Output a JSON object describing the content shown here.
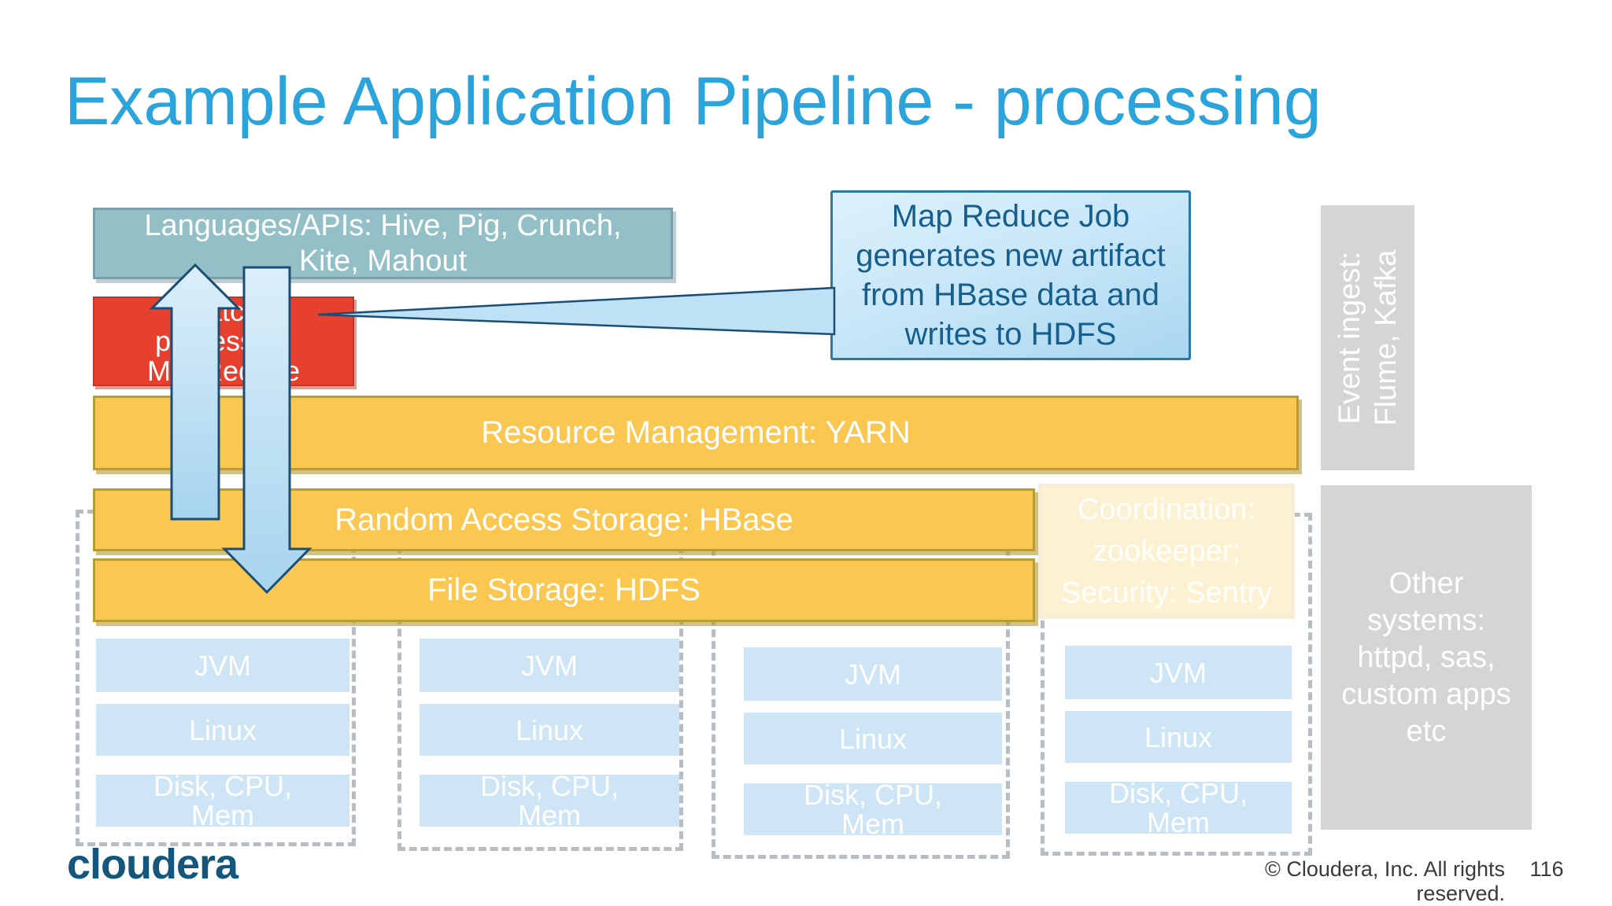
{
  "title": "Example Application Pipeline - processing",
  "languages": {
    "lines": [
      "Languages/APIs: Hive, Pig, Crunch,",
      "Kite, Mahout"
    ]
  },
  "batch": {
    "lines": [
      "Batch",
      "processing",
      "MapReduce"
    ]
  },
  "callout": {
    "lines": [
      "Map Reduce Job",
      "generates new artifact",
      "from HBase data and",
      "writes to HDFS"
    ]
  },
  "event_ingest": {
    "lines": [
      "Event ingest:",
      "Flume, Kafka"
    ]
  },
  "bars": {
    "yarn": "Resource Management: YARN",
    "hbase": "Random Access Storage: HBase",
    "hdfs": "File Storage: HDFS"
  },
  "coordination": {
    "lines": [
      "Coordination:",
      "zookeeper;",
      "Security: Sentry"
    ]
  },
  "other_systems": {
    "lines": [
      "Other",
      "systems:",
      "httpd, sas,",
      "custom apps",
      "etc"
    ]
  },
  "columns": [
    {
      "boxes": [
        "JVM",
        "Linux",
        "Disk, CPU, Mem"
      ]
    },
    {
      "boxes": [
        "JVM",
        "Linux",
        "Disk, CPU, Mem"
      ]
    },
    {
      "boxes": [
        "JVM",
        "Linux",
        "Disk, CPU, Mem"
      ]
    },
    {
      "boxes": [
        "JVM",
        "Linux",
        "Disk, CPU, Mem"
      ]
    }
  ],
  "footer": {
    "logo": "cloudera",
    "copyright": "© Cloudera, Inc. All rights reserved.",
    "page": "116"
  },
  "icons": {
    "up_arrow": "upload-flow-arrow",
    "down_arrow": "download-flow-arrow",
    "pointer": "callout-pointer"
  },
  "colors": {
    "title_accent": "#2ba3db",
    "bar_yellow": "#fac751",
    "bar_border": "#b89d35",
    "batch_red": "#e8402f",
    "languages_teal": "#93c0c6",
    "arrow_blue_fill": "#c9e6f8",
    "arrow_blue_border": "#1c4e74",
    "callout_fill": "#cfe9f8",
    "callout_text": "#155e8d",
    "gray_panel": "#d5d5d5",
    "host_box_blue": "#cde5f5",
    "coordination_pale": "#fcf2d2",
    "logo_blue": "#14567c"
  }
}
